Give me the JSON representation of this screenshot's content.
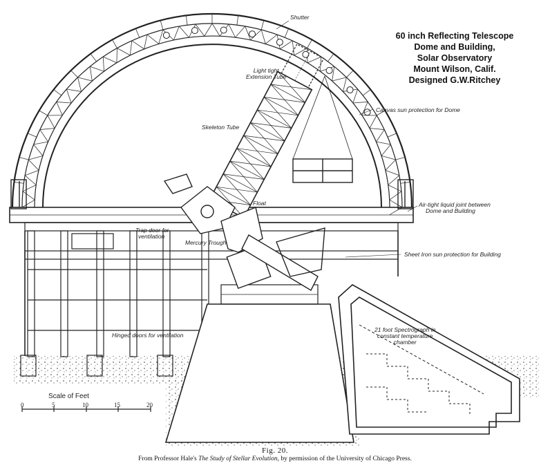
{
  "title_lines": [
    "60 inch Reflecting Telescope",
    "Dome and Building,",
    "Solar Observatory",
    "Mount Wilson, Calif.",
    "Designed G.W.Ritchey"
  ],
  "labels": {
    "shutter": "Shutter",
    "extension_tube_1": "Light tight",
    "extension_tube_2": "Extension Tube",
    "canvas": "Canvas sun protection for Dome",
    "skeleton": "Skeleton Tube",
    "float": "Float",
    "airtight_1": "Air-tight liquid joint between",
    "airtight_2": "Dome and Building",
    "trapdoor_1": "Trap door for",
    "trapdoor_2": "ventilation",
    "mercury": "Mercury Trough",
    "sheetiron": "Sheet Iron sun protection for Building",
    "hinged": "Hinged doors for ventilation",
    "spectro_1": "21 foot Spectrograph in",
    "spectro_2": "constant temperature",
    "spectro_3": "chamber"
  },
  "scale": {
    "title": "Scale of Feet",
    "ticks": [
      "0",
      "5",
      "10",
      "15",
      "20"
    ]
  },
  "caption": {
    "figure": "Fig. 20.",
    "credit_before": "From Professor Hale's ",
    "credit_title": "The Study of Stellar Evolution",
    "credit_after": ", by permission of the University of Chicago Press."
  }
}
